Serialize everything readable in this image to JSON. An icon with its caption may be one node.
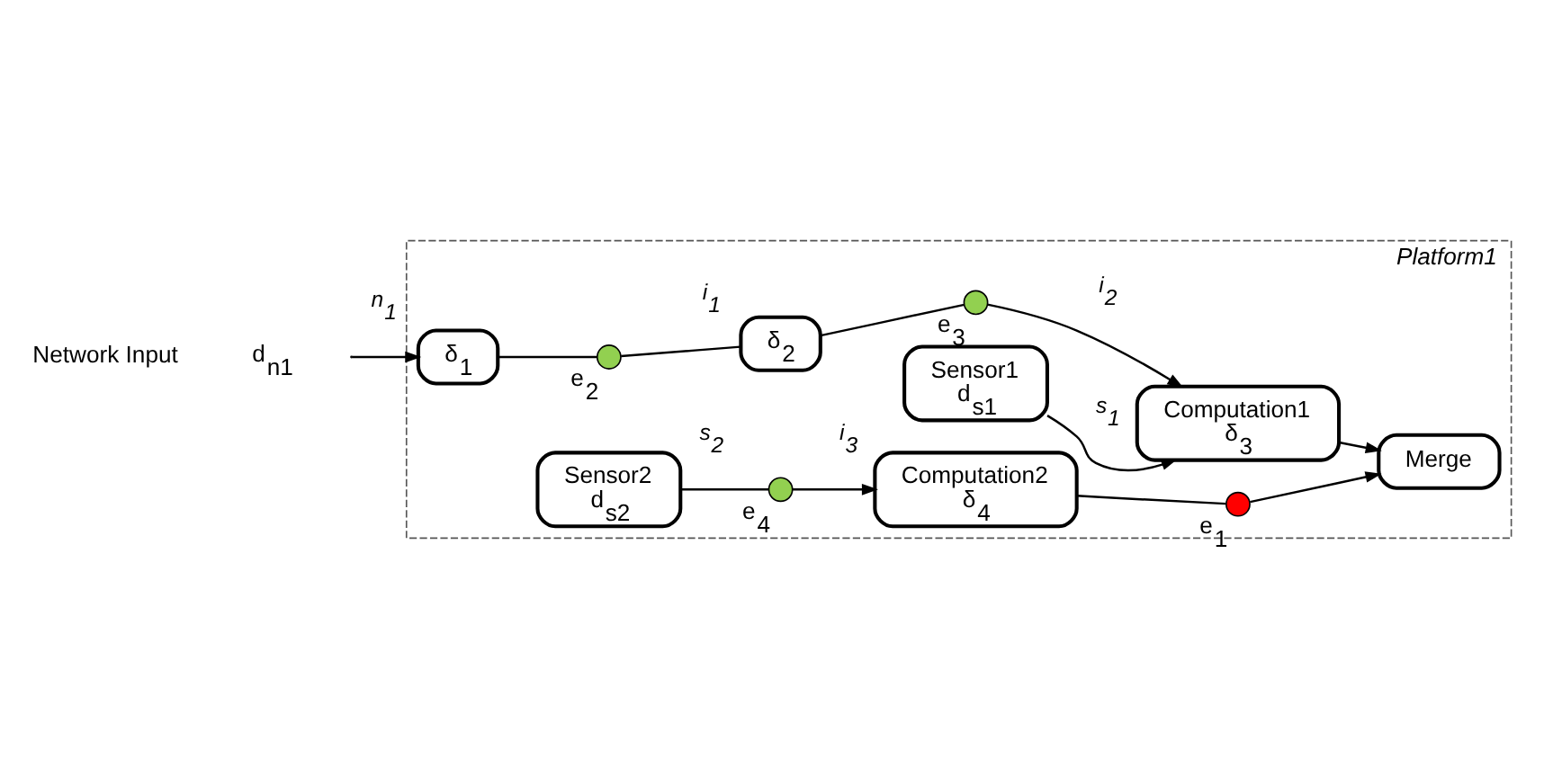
{
  "diagram": {
    "nodes": [
      {
        "text": [
          "Platform1"
        ]
      },
      {
        "text": [
          "δ$_{1}$"
        ],
        "in": 0
      },
      {
        "text": [],
        "shape": "circle",
        "beside": [
          "e$_{2}$"
        ],
        "in": 0
      },
      {
        "text": [
          "δ$_{2}$"
        ],
        "in": 0
      },
      {
        "text": [
          "Computation1",
          "δ$_{3}$"
        ],
        "in": 0
      },
      {
        "text": [],
        "shape": "circle",
        "beside": [
          "e$_{3}$"
        ],
        "in": 0
      },
      {
        "text": [
          "Sensor1",
          "d$_{s1}$"
        ],
        "in": 0
      },
      {
        "text": [
          "Sensor2",
          "d$_{s2}$"
        ],
        "in": 0
      },
      {
        "text": [],
        "shape": "circle",
        "beside": [
          "e$_{4}$"
        ],
        "in": 0
      },
      {
        "text": [
          "Computation2",
          "δ$_{4}$"
        ],
        "in": 0
      },
      {
        "text": [],
        "shape": "circle",
        "beside": [
          "e$_{1}$"
        ],
        "in": 0
      },
      {
        "text": [
          "Merge"
        ],
        "in": 0
      }
    ],
    "edges": [
      {
        "from": null,
        "to": 1,
        "arrow": "to",
        "label": "n$_{1}$"
      },
      {
        "from": 1,
        "to": 2,
        "arrow": "none"
      },
      {
        "from": 2,
        "to": 3,
        "arrow": "none",
        "label": "i$_{1}$"
      },
      {
        "from": 3,
        "to": 5,
        "arrow": "none"
      },
      {
        "from": 5,
        "to": 4,
        "arrow": "to",
        "label": "i$_{2}$"
      },
      {
        "from": 6,
        "to": 4,
        "arrow": "to",
        "label": "s$_{1}$"
      },
      {
        "from": 7,
        "to": 8,
        "arrow": "none",
        "label": "s$_{2}$"
      },
      {
        "from": 8,
        "to": 9,
        "arrow": "to",
        "label": "i$_{3}$"
      },
      {
        "from": 4,
        "to": 11,
        "arrow": "to"
      },
      {
        "from": 9,
        "to": 10,
        "arrow": "none"
      },
      {
        "from": 10,
        "to": 11,
        "arrow": "to"
      }
    ],
    "labels": [
      "Network Input",
      "d$_{n1}$"
    ]
  }
}
